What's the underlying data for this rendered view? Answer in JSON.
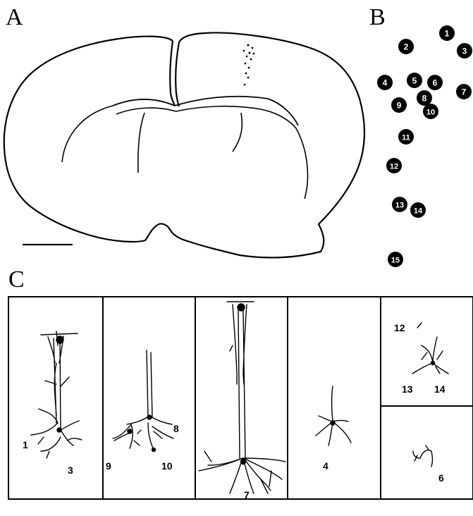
{
  "figure": {
    "panel_labels": {
      "a": "A",
      "b": "B",
      "c": "C"
    },
    "neuron_numbers": [
      "1",
      "2",
      "3",
      "4",
      "5",
      "6",
      "7",
      "8",
      "9",
      "10",
      "11",
      "12",
      "13",
      "14",
      "15"
    ],
    "panel_c_labels": {
      "box1": [
        "1",
        "3"
      ],
      "box2": [
        "9",
        "8",
        "10"
      ],
      "box3": [
        "7"
      ],
      "box4": [
        "4"
      ],
      "box5_top": [
        "12",
        "13",
        "14"
      ],
      "box5_bottom": [
        "6"
      ]
    }
  }
}
